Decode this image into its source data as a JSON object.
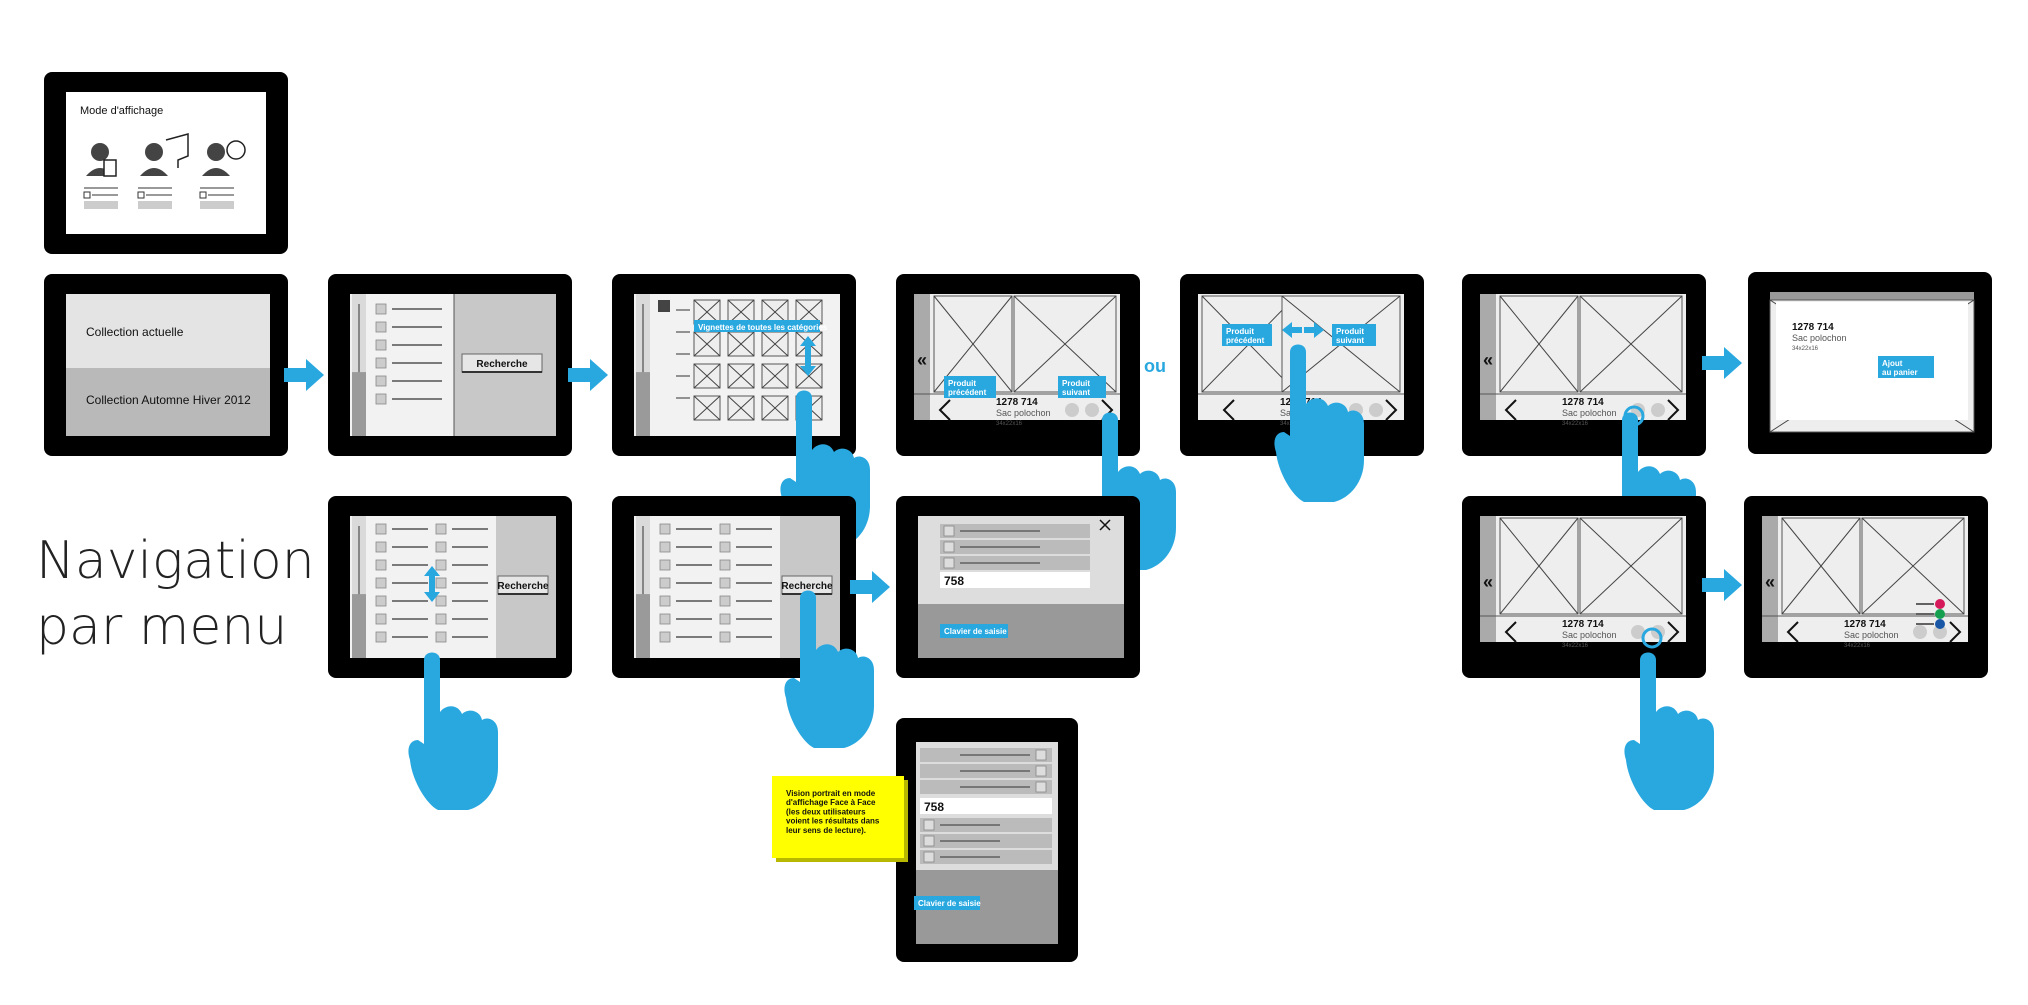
{
  "title": {
    "line1": "Navigation",
    "line2": "par menu"
  },
  "display_mode": {
    "label": "Mode d'affichage"
  },
  "collections": {
    "current": "Collection actuelle",
    "season": "Collection Automne Hiver 2012"
  },
  "search_button": "Recherche",
  "thumbnails_label": "Vignettes de toutes les catégories",
  "product": {
    "id": "1278 714",
    "name": "Sac polochon",
    "size": "34x22x16"
  },
  "nav_labels": {
    "previous": "Produit\nprécédent",
    "next": "Produit\nsuivant"
  },
  "or_label": "ou",
  "add_to_cart": "Ajout\nau panier",
  "search_value": "758",
  "keyboard_label": "Clavier de saisie",
  "portrait_note": "Vision portrait en mode d'affichage Face à Face (les deux utilisateurs voient les résultats dans leur sens de lecture).",
  "colors": {
    "accent": "#29A8E0",
    "frame": "#000000",
    "note": "#FFFF00"
  }
}
